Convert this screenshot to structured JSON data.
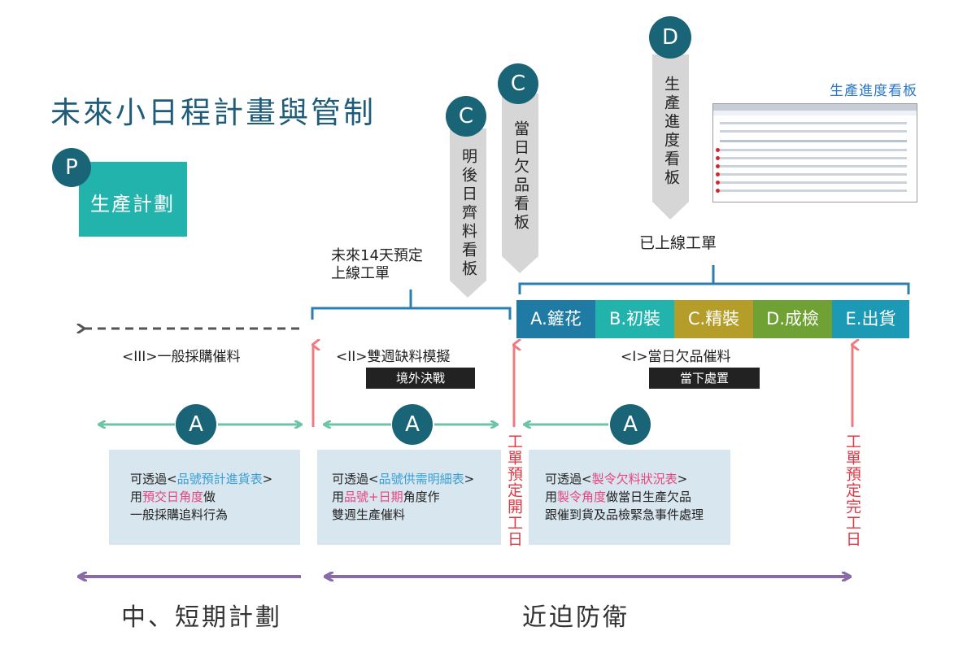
{
  "title": "未來小日程計畫與管制",
  "plan": {
    "badge": "P",
    "label": "生產計劃"
  },
  "badges": {
    "c": "C",
    "d": "D",
    "a": "A"
  },
  "pointers": {
    "c1": "明後日齊料看板",
    "c2": "當日欠品看板",
    "d": "生產進度看板"
  },
  "dashboard_title": "生產進度看板",
  "future_orders": {
    "line1": "未來14天預定",
    "line2": "上線工單"
  },
  "online_orders": "已上線工單",
  "stages": [
    {
      "label": "A.鏟花",
      "color": "#1f7ba4"
    },
    {
      "label": "B.初裝",
      "color": "#23b3ad"
    },
    {
      "label": "C.精裝",
      "color": "#b59d2a"
    },
    {
      "label": "D.成檢",
      "color": "#6fa134"
    },
    {
      "label": "E.出貨",
      "color": "#1c99b4"
    }
  ],
  "sections": {
    "iii": "<III>一般採購催料",
    "ii": "<II>雙週缺料模擬",
    "i": "<I>當日欠品催料"
  },
  "tags": {
    "ii": "境外決戰",
    "i": "當下處置"
  },
  "boxes": [
    {
      "l1_pre": "可透過<",
      "l1_hl": "品號預計進貨表",
      "l1_post": ">",
      "l2_pre": "用",
      "l2_hl": "預交日角度",
      "l2_post": "做",
      "l3": "一般採購追料行為"
    },
    {
      "l1_pre": "可透過<",
      "l1_hl": "品號供需明細表",
      "l1_post": ">",
      "l2_pre": "用",
      "l2_hl": "品號+日期",
      "l2_post": "角度作",
      "l3": "雙週生產催料"
    },
    {
      "l1_pre": "可透過<",
      "l1_hl": "製令欠料狀況表",
      "l1_post": ">",
      "l2_pre": "用",
      "l2_hl": "製令角度",
      "l2_post": "做當日生產欠品",
      "l3": "跟催到貨及品檢緊急事件處理"
    }
  ],
  "milestones": {
    "start": "工單預定開工日",
    "end": "工單預定完工日"
  },
  "bottom": {
    "left": "中、短期計劃",
    "right": "近迫防衛"
  },
  "colors": {
    "teal_green": "#6cc6a6",
    "purple": "#8a6aa9",
    "red": "#ef7b80",
    "blue_bracket": "#2a7fb0",
    "dark_teal": "#1a6477",
    "gray_pointer": "#d6d6d6"
  }
}
